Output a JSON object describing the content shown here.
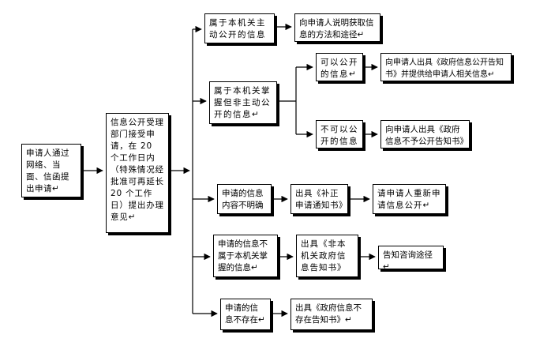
{
  "nodes": {
    "applicant": "申请人通过网络、当面、信函提出申请↵",
    "office": "信息公开受理部门接受申请，在 20 个工作日内（特殊情况经批准可再延长 20 个工作日）提出办理意见↵",
    "active_info": "属于本机关主动公开的信息↵",
    "active_action": "向申请人说明获取信息的方法和途径↵",
    "held_info": "属于本机关掌握但非主动公开的信息↵",
    "can_disclose": "可以公开的信息↵",
    "can_disclose_action": "向申请人出具《政府信息公开告知书》并提供给申请人相关信息↵",
    "cannot_disclose": "不可以公开的信息↵",
    "cannot_disclose_action": "向申请人出具《政府信息不予公开告知书》↵",
    "unclear": "申请的信息内容不明确↵",
    "unclear_action": "出具《补正申请通知书》↵",
    "unclear_result": "请申请人重新申请信息公开↵",
    "not_held": "申请的信息不属于本机关掌握的信息↵",
    "not_held_action": "出具《非本机关政府信息告知书》↵",
    "not_held_result": "告知咨询途径↵",
    "not_exist": "申请的信息不存在↵",
    "not_exist_action": "出具《政府信息不存在告知书》↵"
  }
}
